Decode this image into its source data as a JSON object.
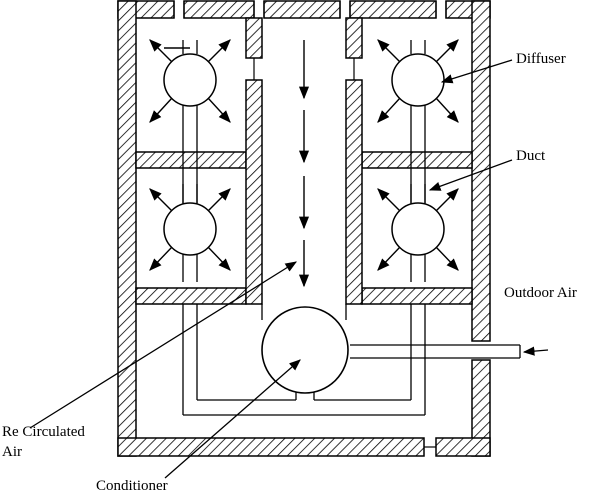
{
  "labels": {
    "diffuser": "Diffuser",
    "duct": "Duct",
    "outdoor_air": "Outdoor Air",
    "recirculated_air_line1": "Re Circulated",
    "recirculated_air_line2": "Air",
    "conditioner": "Conditioner"
  },
  "colors": {
    "line": "#000000",
    "background": "#ffffff"
  }
}
